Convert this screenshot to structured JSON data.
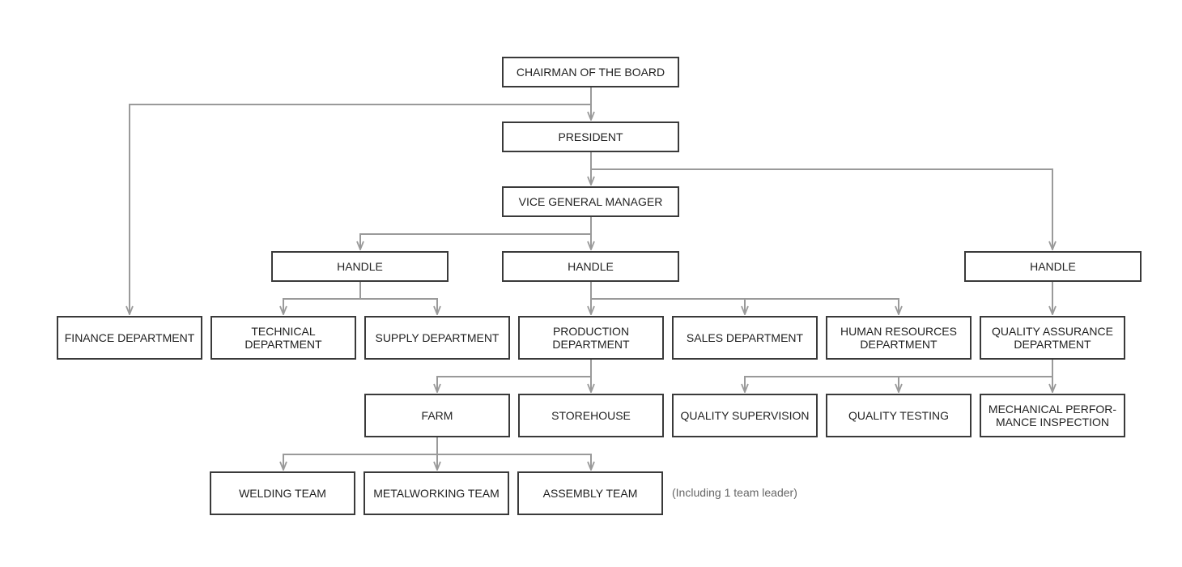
{
  "colors": {
    "line": "#9a9a9a",
    "box_border": "#3a3a3a",
    "text": "#222222",
    "note": "#666666"
  },
  "nodes": {
    "chairman": "CHAIRMAN OF THE BOARD",
    "president": "PRESIDENT",
    "vice_gm": "VICE GENERAL MANAGER",
    "handle_left": "HANDLE",
    "handle_center": "HANDLE",
    "handle_right": "HANDLE",
    "finance": "FINANCE DEPARTMENT",
    "technical": "TECHNICAL DEPARTMENT",
    "supply": "SUPPLY DEPARTMENT",
    "production": "PRODUCTION DEPARTMENT",
    "sales": "SALES DEPARTMENT",
    "hr": "HUMAN RESOURCES DEPARTMENT",
    "qa": "QUALITY ASSURANCE DEPARTMENT",
    "farm": "FARM",
    "storehouse": "STOREHOUSE",
    "quality_supervision": "QUALITY SUPERVISION",
    "quality_testing": "QUALITY TESTING",
    "mechanical": "MECHANICAL PERFOR-MANCE INSPECTION",
    "welding": "WELDING TEAM",
    "metalworking": "METALWORKING TEAM",
    "assembly": "ASSEMBLY TEAM"
  },
  "note": "(Including 1 team leader)"
}
